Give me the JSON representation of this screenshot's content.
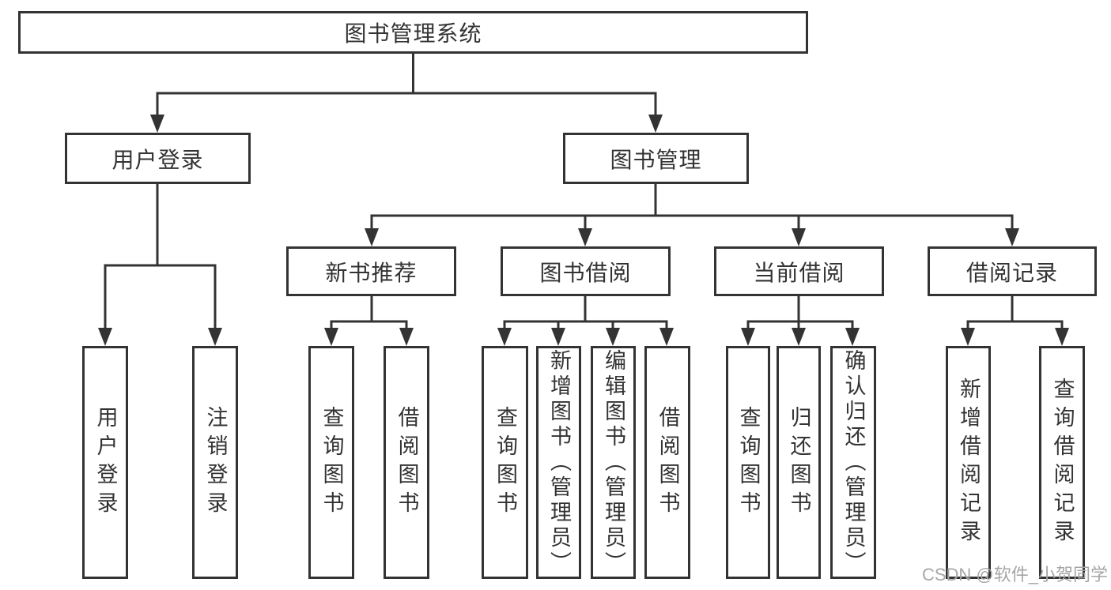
{
  "tree": {
    "label": "图书管理系统",
    "children": [
      {
        "label": "用户登录",
        "children": [
          {
            "label": "用户登录"
          },
          {
            "label": "注销登录"
          }
        ]
      },
      {
        "label": "图书管理",
        "children": [
          {
            "label": "新书推荐",
            "children": [
              {
                "label": "查询图书"
              },
              {
                "label": "借阅图书"
              }
            ]
          },
          {
            "label": "图书借阅",
            "children": [
              {
                "label": "查询图书"
              },
              {
                "label": "新增图书（管理员）"
              },
              {
                "label": "编辑图书（管理员）"
              },
              {
                "label": "借阅图书"
              }
            ]
          },
          {
            "label": "当前借阅",
            "children": [
              {
                "label": "查询图书"
              },
              {
                "label": "归还图书"
              },
              {
                "label": "确认归还（管理员）"
              }
            ]
          },
          {
            "label": "借阅记录",
            "children": [
              {
                "label": "新增借阅记录"
              },
              {
                "label": "查询借阅记录"
              }
            ]
          }
        ]
      }
    ]
  },
  "watermark": {
    "text": "CSDN @软件_小贺同学"
  },
  "colors": {
    "line": "#333333",
    "text": "#333333",
    "box_background": "#ffffff",
    "page_background": "#ffffff",
    "watermark": "#a6a6a6"
  }
}
